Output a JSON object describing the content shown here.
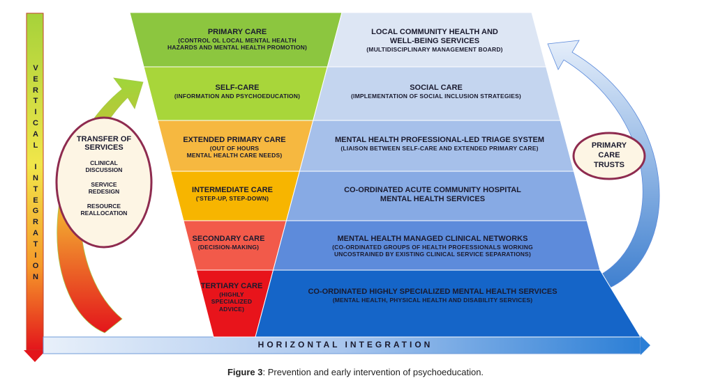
{
  "left_levels": [
    {
      "title": "PRIMARY CARE",
      "sub": [
        "(CONTROL OL LOCAL MENTAL HEALTH",
        "HAZARDS AND MENTAL HEALTH PROMOTION)"
      ]
    },
    {
      "title": "SELF-CARE",
      "sub": [
        "(INFORMATION AND PSYCHOEDUCATION)"
      ]
    },
    {
      "title": "EXTENDED PRIMARY CARE",
      "sub": [
        "(OUT OF HOURS",
        "MENTAL HEALTH CARE NEEDS)"
      ]
    },
    {
      "title": "INTERMEDIATE CARE",
      "sub": [
        "('STEP-UP, STEP-DOWN)"
      ]
    },
    {
      "title": "SECONDARY CARE",
      "sub": [
        "(DECISION-MAKING)"
      ]
    },
    {
      "title": "TERTIARY CARE",
      "sub": [
        "(HIGHLY",
        "SPECIALIZED",
        "ADVICE)"
      ]
    }
  ],
  "right_levels": [
    {
      "title": [
        "LOCAL COMMUNITY HEALTH AND",
        "WELL-BEING SERVICES"
      ],
      "sub": [
        "(MULTIDISCIPLINARY MANAGEMENT BOARD)"
      ]
    },
    {
      "title": [
        "SOCIAL CARE"
      ],
      "sub": [
        "(IMPLEMENTATION OF SOCIAL INCLUSION STRATEGIES)"
      ]
    },
    {
      "title": [
        "MENTAL HEALTH PROFESSIONAL-LED TRIAGE SYSTEM"
      ],
      "sub": [
        "(LIAISON BETWEEN SELF-CARE AND EXTENDED PRIMARY CARE)"
      ]
    },
    {
      "title": [
        "CO-ORDINATED ACUTE COMMUNITY HOSPITAL",
        "MENTAL HEALTH SERVICES"
      ],
      "sub": []
    },
    {
      "title": [
        "MENTAL HEALTH MANAGED CLINICAL NETWORKS"
      ],
      "sub": [
        "(CO-ORDINATED GROUPS OF HEALTH PROFESSIONALS WORKING",
        "UNCOSTRAINED BY EXISTING CLINICAL SERVICE SEPARATIONS)"
      ]
    },
    {
      "title": [
        "CO-ORDINATED HIGHLY SPECIALIZED MENTAL HEALTH SERVICES"
      ],
      "sub": [
        "(MENTAL HEALTH, PHYSICAL HEALTH AND DISABILITY SERVICES)"
      ]
    }
  ],
  "transfer_circle": {
    "title": [
      "TRANSFER OF",
      "SERVICES"
    ],
    "items": [
      [
        "CLINICAL",
        "DISCUSSION"
      ],
      [
        "SERVICE",
        "REDESIGN"
      ],
      [
        "RESOURCE",
        "REALLOCATION"
      ]
    ]
  },
  "trusts_circle": {
    "lines": [
      "PRIMARY",
      "CARE",
      "TRUSTS"
    ]
  },
  "vertical_axis": {
    "letters": [
      "V",
      "E",
      "R",
      "T",
      "I",
      "C",
      "A",
      "L",
      "",
      "I",
      "N",
      "T",
      "E",
      "G",
      "R",
      "A",
      "T",
      "I",
      "O",
      "N"
    ]
  },
  "horizontal_axis": {
    "label": "HORIZONTAL INTEGRATION"
  },
  "caption": {
    "bold": "Figure 3",
    "rest": ": Prevention and early intervention of psychoeducation."
  },
  "colors": {
    "left": [
      "#8cc63f",
      "#a8d63a",
      "#f6b840",
      "#f7b500",
      "#f25a4a",
      "#e8141b"
    ],
    "right": [
      "#dde6f4",
      "#c4d5ef",
      "#a6c0ea",
      "#87aae4",
      "#5d8bdb",
      "#1565c8"
    ],
    "circle_border": "#8e2b4f",
    "circle_fill": "#fdf5e4"
  }
}
